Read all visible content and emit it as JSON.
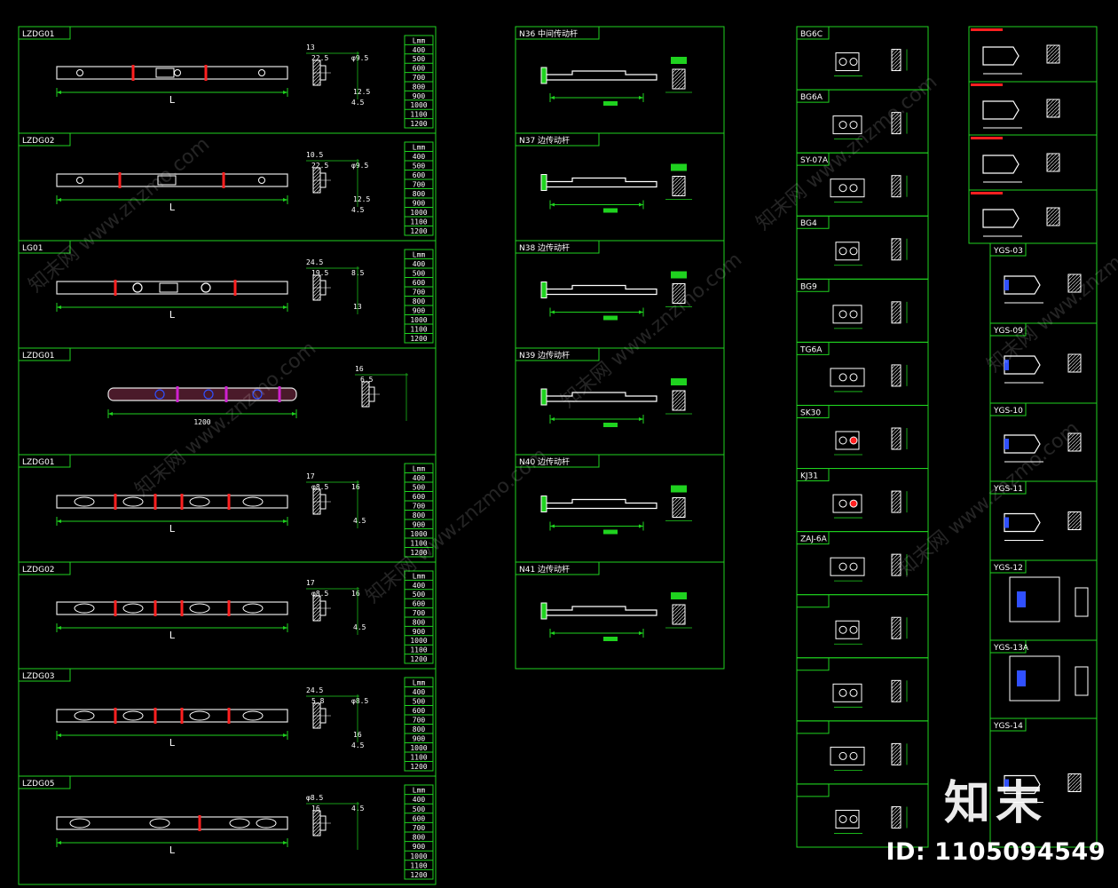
{
  "colors": {
    "border": "#1fd21f",
    "strip": "#e6e6e6",
    "red": "#ff2020",
    "magenta": "#d020d0",
    "blue": "#3050ff",
    "text": "#ffffff",
    "bg": "#000000"
  },
  "watermark": {
    "logo": "知末",
    "id": "ID: 1105094549",
    "diag_text": "知末网 www.znzmo.com"
  },
  "length_table": {
    "header": "Lmm",
    "values": [
      "400",
      "500",
      "600",
      "700",
      "800",
      "900",
      "1000",
      "1100",
      "1200"
    ]
  },
  "column1": [
    {
      "label": "LZDG01",
      "length": "L",
      "dims": [
        "13",
        "22.5",
        "φ9.5",
        "12.5",
        "4.5"
      ]
    },
    {
      "label": "LZDG02",
      "length": "L",
      "dims": [
        "10.5",
        "22.5",
        "φ9.5",
        "12.5",
        "4.5"
      ]
    },
    {
      "label": "LG01",
      "length": "L",
      "dims": [
        "24.5",
        "19.5",
        "8.5",
        "13"
      ]
    },
    {
      "label": "LZDG01",
      "length": "1200",
      "dims": [
        "16",
        "6.5"
      ]
    },
    {
      "label": "LZDG01",
      "length": "L",
      "dims": [
        "17",
        "φ8.5",
        "16",
        "4.5"
      ]
    },
    {
      "label": "LZDG02",
      "length": "L",
      "dims": [
        "17",
        "φ8.5",
        "16",
        "4.5"
      ]
    },
    {
      "label": "LZDG03",
      "length": "L",
      "dims": [
        "24.5",
        "5.8",
        "φ8.5",
        "16",
        "4.5"
      ]
    },
    {
      "label": "LZDG05",
      "length": "L",
      "dims": [
        "φ8.5",
        "16",
        "4.5"
      ]
    }
  ],
  "column2": [
    {
      "label": "N36 中间传动杆"
    },
    {
      "label": "N37 边传动杆"
    },
    {
      "label": "N38 边传动杆"
    },
    {
      "label": "N39 边传动杆"
    },
    {
      "label": "N40 边传动杆"
    },
    {
      "label": "N41 边传动杆"
    }
  ],
  "column3": [
    {
      "label": "BG6C"
    },
    {
      "label": "BG6A"
    },
    {
      "label": "SY-07A"
    },
    {
      "label": "BG4"
    },
    {
      "label": "BG9"
    },
    {
      "label": "TG6A"
    },
    {
      "label": "SK30"
    },
    {
      "label": "KJ31"
    },
    {
      "label": "ZAJ-6A"
    },
    {
      "label": ""
    },
    {
      "label": ""
    },
    {
      "label": ""
    },
    {
      "label": ""
    }
  ],
  "column4": [
    {
      "label": ""
    },
    {
      "label": ""
    },
    {
      "label": ""
    },
    {
      "label": ""
    },
    {
      "label": "YGS-03"
    },
    {
      "label": "YGS-09"
    },
    {
      "label": "YGS-10"
    },
    {
      "label": "YGS-11"
    },
    {
      "label": "YGS-12"
    },
    {
      "label": "YGS-13A"
    },
    {
      "label": "YGS-14"
    }
  ]
}
